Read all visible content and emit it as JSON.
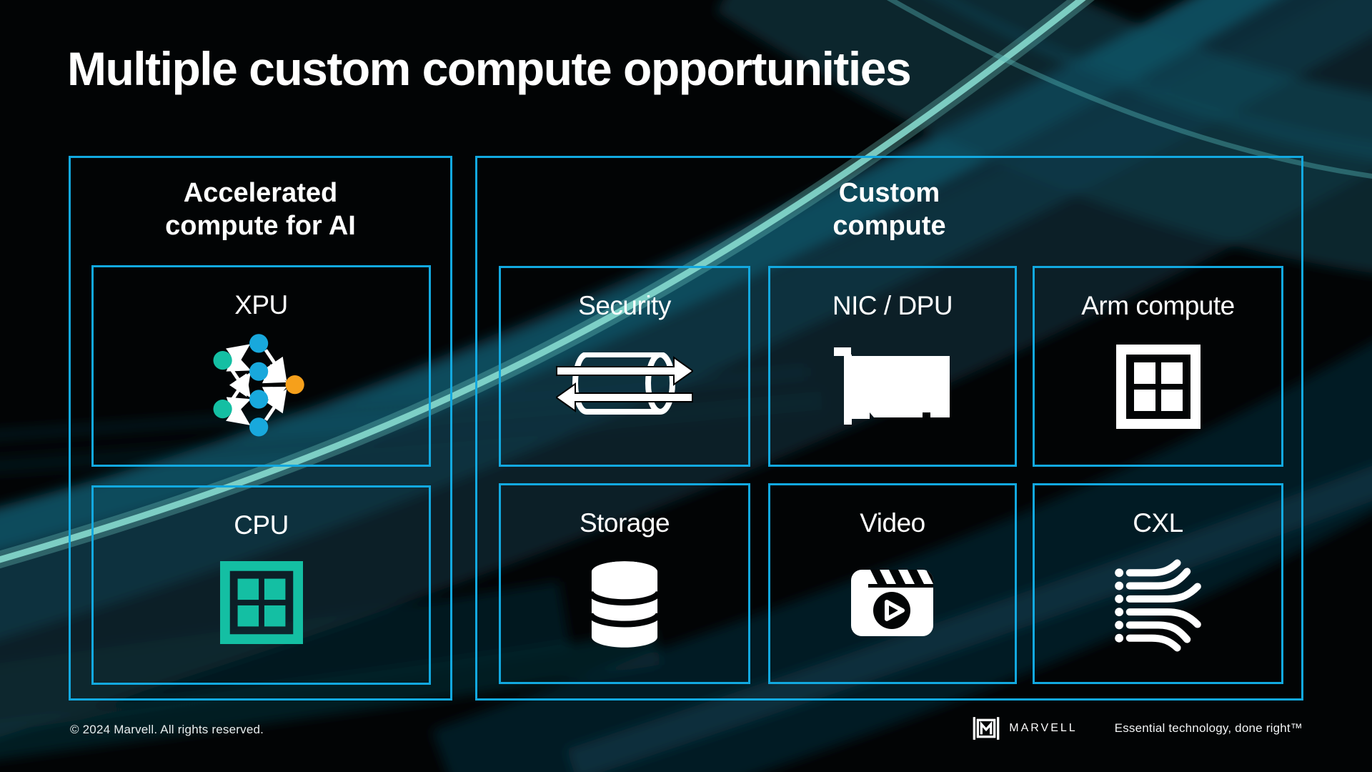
{
  "title": "Multiple custom compute opportunities",
  "colors": {
    "background": "#020405",
    "border_accent": "#12a9e0",
    "wave_teal_dark": "#0c3644",
    "wave_teal_mid": "#155b6e",
    "wave_highlight": "#79d6cc",
    "node_teal": "#14bfa3",
    "node_blue": "#18a8dc",
    "node_orange": "#f6a01b",
    "icon_white": "#ffffff",
    "cpu_icon_teal": "#14bfa3"
  },
  "left_panel": {
    "heading_line1": "Accelerated",
    "heading_line2": "compute for AI",
    "cells": [
      {
        "label": "XPU",
        "icon": "neural-network-icon"
      },
      {
        "label": "CPU",
        "icon": "chip-icon"
      }
    ]
  },
  "right_panel": {
    "heading_line1": "Custom",
    "heading_line2": "compute",
    "cells": [
      {
        "label": "Security",
        "icon": "secure-tunnel-icon"
      },
      {
        "label": "NIC / DPU",
        "icon": "network-card-icon"
      },
      {
        "label": "Arm compute",
        "icon": "chip-icon"
      },
      {
        "label": "Storage",
        "icon": "database-icon"
      },
      {
        "label": "Video",
        "icon": "clapperboard-play-icon"
      },
      {
        "label": "CXL",
        "icon": "fabric-lanes-icon"
      }
    ]
  },
  "footer": {
    "copyright": "© 2024 Marvell. All rights reserved.",
    "brand": "MARVELL",
    "tagline": "Essential technology, done right™"
  }
}
